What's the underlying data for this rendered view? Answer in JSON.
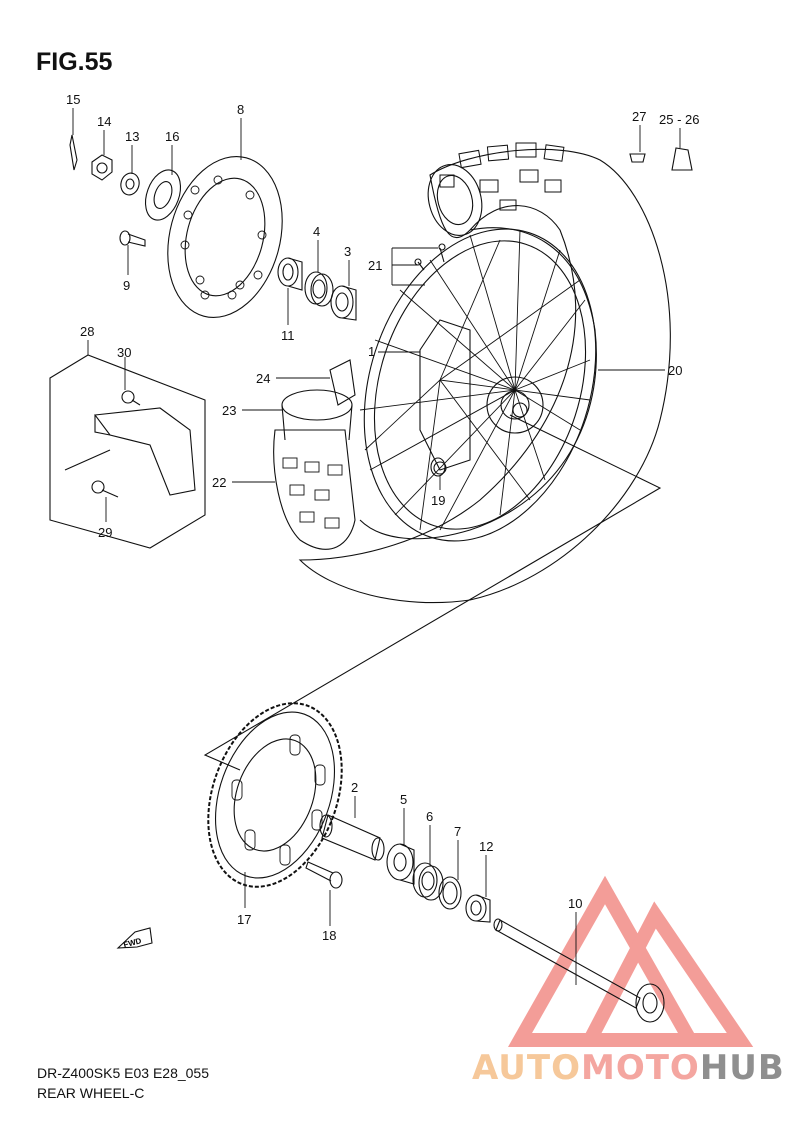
{
  "figure": {
    "title": "FIG.55"
  },
  "footer": {
    "model_code": "DR-Z400SK5 E03 E28_055",
    "section_name": "REAR WHEEL-C"
  },
  "watermark": {
    "part1": "AUTO",
    "part2": "MOTO",
    "part3": "HUB",
    "colors": {
      "auto": "#f6c89a",
      "moto": "#f4a6a0",
      "hub": "#8f8f8f",
      "triangle": "#f28c87"
    }
  },
  "fwd_label": "FWD",
  "callouts": {
    "c1": "1",
    "c2": "2",
    "c3": "3",
    "c4": "4",
    "c5": "5",
    "c6": "6",
    "c7": "7",
    "c8": "8",
    "c9": "9",
    "c10": "10",
    "c11": "11",
    "c12": "12",
    "c13": "13",
    "c14": "14",
    "c15": "15",
    "c16": "16",
    "c17": "17",
    "c18": "18",
    "c19": "19",
    "c20": "20",
    "c21": "21",
    "c22": "22",
    "c23": "23",
    "c24": "24",
    "c25_26": "25 - 26",
    "c27": "27",
    "c28": "28",
    "c29": "29",
    "c30": "30"
  }
}
